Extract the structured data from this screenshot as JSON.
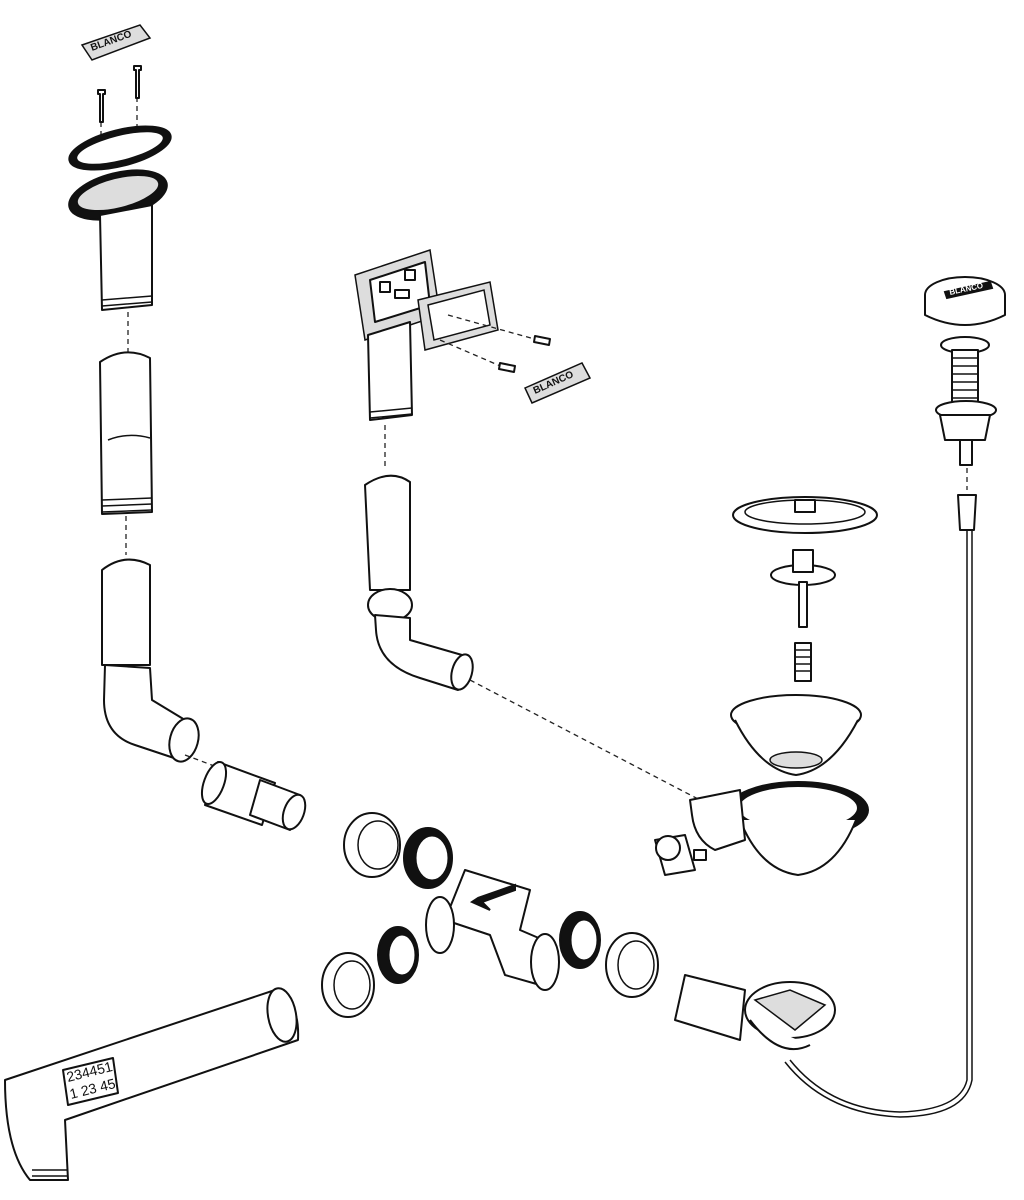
{
  "diagram": {
    "brand_logo_text": "BLANCO",
    "pipe_label": {
      "line1": "234451",
      "line2": "1 23 45"
    },
    "colors": {
      "line": "#111111",
      "background": "#ffffff"
    }
  }
}
